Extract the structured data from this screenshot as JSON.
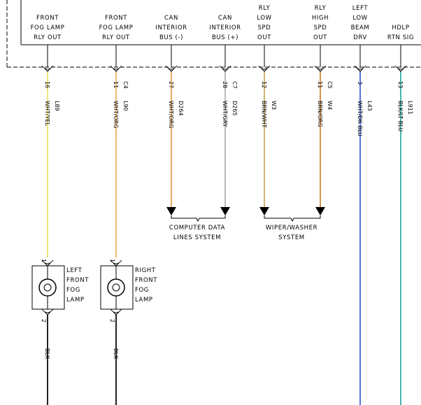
{
  "module_outputs": [
    {
      "lines": [
        "FRONT",
        "FOG LAMP",
        "RLY OUT"
      ]
    },
    {
      "lines": [
        "FRONT",
        "FOG LAMP",
        "RLY OUT"
      ]
    },
    {
      "lines": [
        "CAN",
        "INTERIOR",
        "BUS (-)"
      ]
    },
    {
      "lines": [
        "CAN",
        "INTERIOR",
        "BUS (+)"
      ]
    },
    {
      "lines": [
        "RLY",
        "LOW",
        "SPD",
        "OUT"
      ]
    },
    {
      "lines": [
        "RLY",
        "HIGH",
        "SPD",
        "OUT"
      ]
    },
    {
      "lines": [
        "LEFT",
        "LOW",
        "BEAM",
        "DRV"
      ]
    },
    {
      "lines": [
        "HDLP",
        "RTN SIG"
      ]
    }
  ],
  "wires": [
    {
      "pin": "16",
      "connector": "",
      "color_code": "WHT/YEL",
      "circuit": "L89",
      "color": "#e6e05a"
    },
    {
      "pin": "11",
      "connector": "C4",
      "color_code": "WHT/ORG",
      "circuit": "L90",
      "color": "#e8a94e"
    },
    {
      "pin": "27",
      "connector": "",
      "color_code": "WHT/ORG",
      "circuit": "D264",
      "color": "#e0953a"
    },
    {
      "pin": "28",
      "connector": "C7",
      "color_code": "WHT/GRY",
      "circuit": "D265",
      "color": "#a8a8a8"
    },
    {
      "pin": "12",
      "connector": "",
      "color_code": "BRN/WHT",
      "circuit": "W3",
      "color": "#c8a254"
    },
    {
      "pin": "11",
      "connector": "C5",
      "color_code": "BRN/ORG",
      "circuit": "W4",
      "color": "#cc7a1c"
    },
    {
      "pin": "3",
      "connector": "",
      "color_code": "WHT/DK BLU",
      "circuit": "L43",
      "color": "#2f4fd0"
    },
    {
      "pin": "13",
      "connector": "",
      "color_code": "BLK/LT BLU",
      "circuit": "L911",
      "color": "#17a39a"
    }
  ],
  "destinations": [
    {
      "lines": [
        "COMPUTER DATA",
        "LINES SYSTEM"
      ]
    },
    {
      "lines": [
        "WIPER/WASHER",
        "SYSTEM"
      ]
    }
  ],
  "lamps": [
    {
      "label_lines": [
        "LEFT",
        "FRONT",
        "FOG",
        "LAMP"
      ],
      "pin_top": "1",
      "pin_bottom": "2",
      "ground_code": "BLK",
      "ground_color": "#222222"
    },
    {
      "label_lines": [
        "RIGHT",
        "FRONT",
        "FOG",
        "LAMP"
      ],
      "pin_top": "1",
      "pin_bottom": "2",
      "ground_code": "BLK",
      "ground_color": "#222222"
    }
  ]
}
